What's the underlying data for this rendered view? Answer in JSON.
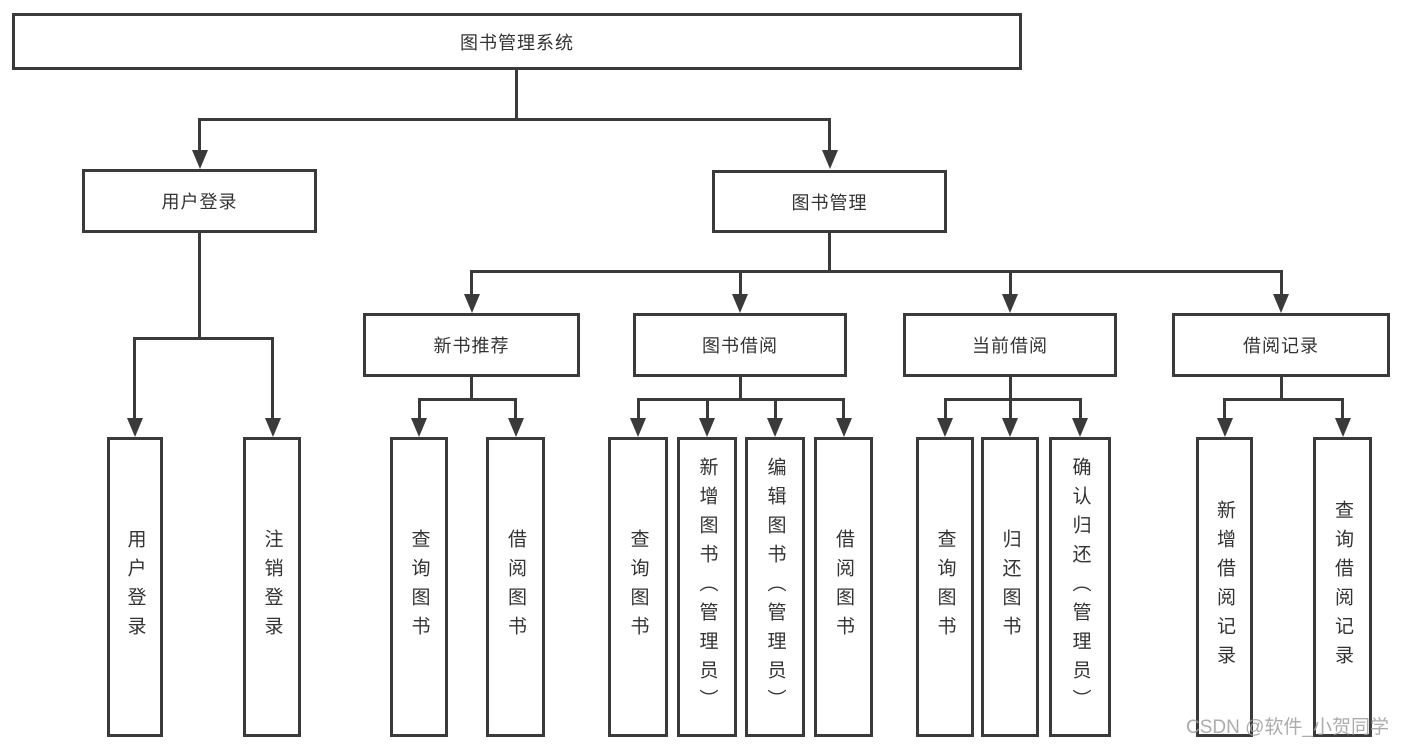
{
  "colors": {
    "line": "#3a3a3a",
    "text": "#333333",
    "background": "#ffffff",
    "watermark": "#9e9e9e"
  },
  "watermark": {
    "text": "CSDN @软件_小贺同学"
  },
  "tree": {
    "root": {
      "label": "图书管理系统",
      "children": [
        {
          "label": "用户登录",
          "children": [
            {
              "label": "用户登录"
            },
            {
              "label": "注销登录"
            }
          ]
        },
        {
          "label": "图书管理",
          "children": [
            {
              "label": "新书推荐",
              "children": [
                {
                  "label": "查询图书"
                },
                {
                  "label": "借阅图书"
                }
              ]
            },
            {
              "label": "图书借阅",
              "children": [
                {
                  "label": "查询图书"
                },
                {
                  "label": "新增图书（管理员）"
                },
                {
                  "label": "编辑图书（管理员）"
                },
                {
                  "label": "借阅图书"
                }
              ]
            },
            {
              "label": "当前借阅",
              "children": [
                {
                  "label": "查询图书"
                },
                {
                  "label": "归还图书"
                },
                {
                  "label": "确认归还（管理员）"
                }
              ]
            },
            {
              "label": "借阅记录",
              "children": [
                {
                  "label": "新增借阅记录"
                },
                {
                  "label": "查询借阅记录"
                }
              ]
            }
          ]
        }
      ]
    }
  }
}
